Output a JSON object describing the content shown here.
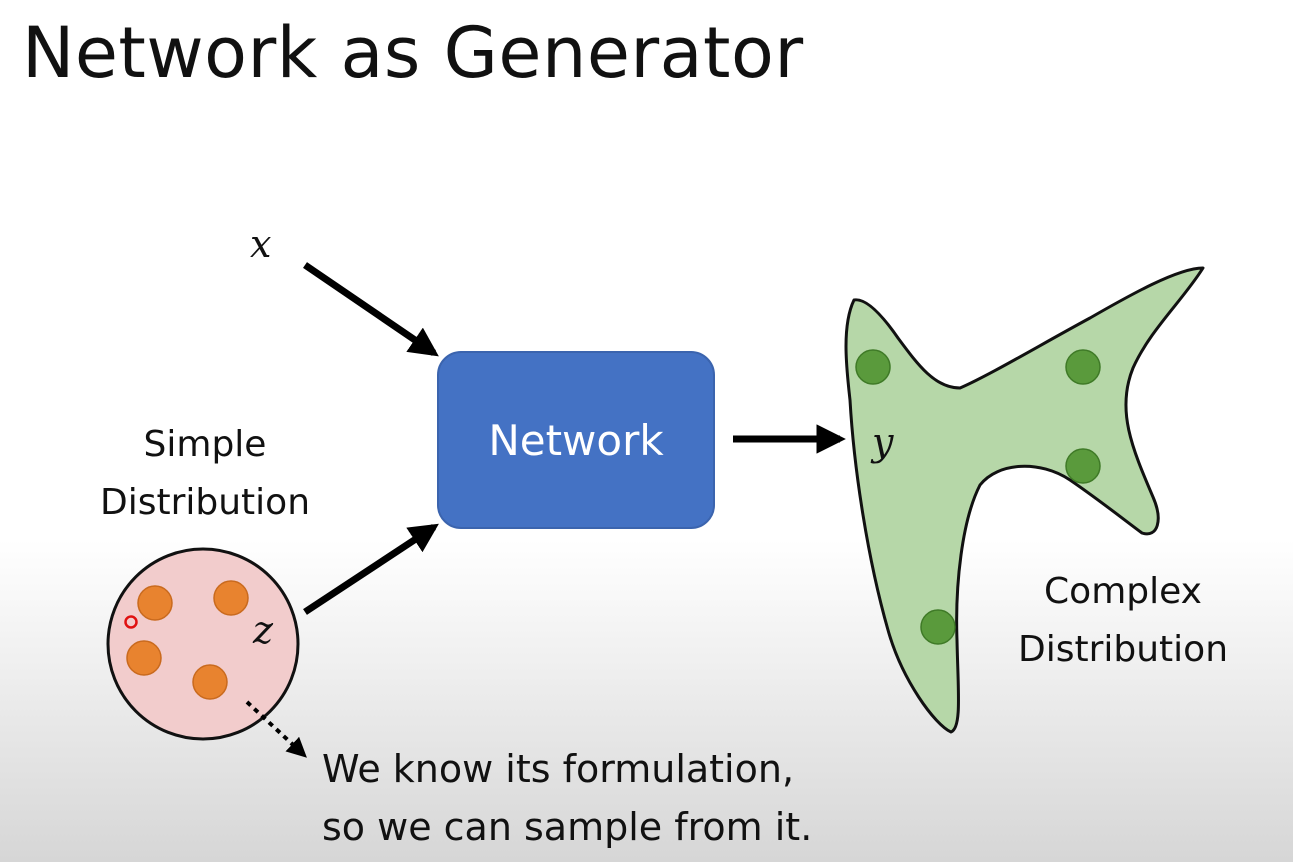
{
  "title": "Network as Generator",
  "inputs": {
    "x": "x",
    "z": "z"
  },
  "output": {
    "y": "y"
  },
  "network": {
    "label": "Network",
    "color": "#4472c4"
  },
  "simple_distribution": {
    "line1": "Simple",
    "line2": "Distribution",
    "fill": "#f2cccc",
    "sample_color": "#e8832f"
  },
  "complex_distribution": {
    "line1": "Complex",
    "line2": "Distribution",
    "fill": "#b6d7a8",
    "sample_color": "#5a9a3c"
  },
  "note": {
    "line1": "We know its formulation,",
    "line2": "so we can sample from it."
  }
}
